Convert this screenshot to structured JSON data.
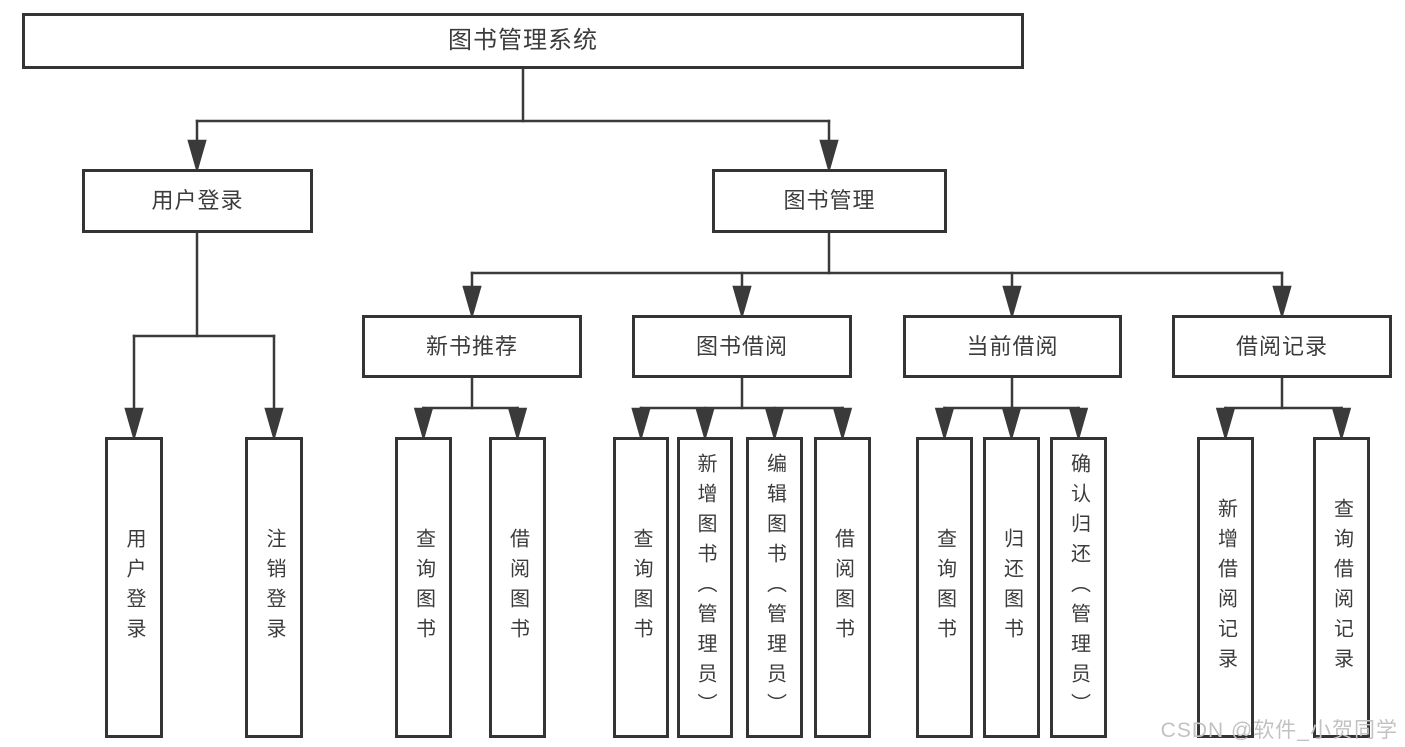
{
  "diagram": {
    "title_note": "functional structure diagram",
    "root": {
      "label": "图书管理系统"
    },
    "level2": [
      {
        "id": "user-login",
        "label": "用户登录"
      },
      {
        "id": "book-management",
        "label": "图书管理"
      }
    ],
    "level3": [
      {
        "id": "new-book-recommend",
        "parent": "图书管理",
        "label": "新书推荐"
      },
      {
        "id": "book-borrowing",
        "parent": "图书管理",
        "label": "图书借阅"
      },
      {
        "id": "current-borrowing",
        "parent": "图书管理",
        "label": "当前借阅"
      },
      {
        "id": "borrowing-records",
        "parent": "图书管理",
        "label": "借阅记录"
      }
    ],
    "leaves": [
      {
        "id": "leaf-user-login",
        "parent": "用户登录",
        "label": "用户登录"
      },
      {
        "id": "leaf-logout",
        "parent": "用户登录",
        "label": "注销登录"
      },
      {
        "id": "leaf-query-books-1",
        "parent": "新书推荐",
        "label": "查询图书"
      },
      {
        "id": "leaf-borrow-books-1",
        "parent": "新书推荐",
        "label": "借阅图书"
      },
      {
        "id": "leaf-query-books-2",
        "parent": "图书借阅",
        "label": "查询图书"
      },
      {
        "id": "leaf-add-books-admin",
        "parent": "图书借阅",
        "label": "新增图书（管理员）"
      },
      {
        "id": "leaf-edit-books-admin",
        "parent": "图书借阅",
        "label": "编辑图书（管理员）"
      },
      {
        "id": "leaf-borrow-books-2",
        "parent": "图书借阅",
        "label": "借阅图书"
      },
      {
        "id": "leaf-query-books-3",
        "parent": "当前借阅",
        "label": "查询图书"
      },
      {
        "id": "leaf-return-books",
        "parent": "当前借阅",
        "label": "归还图书"
      },
      {
        "id": "leaf-confirm-return-admin",
        "parent": "当前借阅",
        "label": "确认归还（管理员）"
      },
      {
        "id": "leaf-add-borrow-record",
        "parent": "借阅记录",
        "label": "新增借阅记录"
      },
      {
        "id": "leaf-query-borrow-record",
        "parent": "借阅记录",
        "label": "查询借阅记录"
      }
    ],
    "watermark": "CSDN @软件_小贺同学",
    "colors": {
      "line": "#3a3a3a",
      "border": "#343434",
      "text": "#3c3c3c",
      "background": "#ffffff",
      "watermark": "#c2c2c2"
    }
  }
}
